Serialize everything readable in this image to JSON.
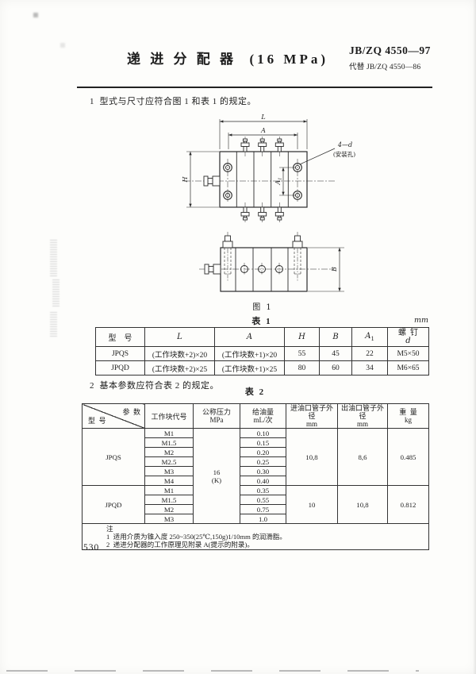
{
  "header": {
    "title": "递 进 分 配 器  (16 MPa)",
    "code": "JB/ZQ 4550—97",
    "replaces": "代替 JB/ZQ 4550—86"
  },
  "sections": {
    "s1": "1  型式与尺寸应符合图 1 和表 1 的规定。",
    "s2": "2  基本参数应符合表 2 的规定。"
  },
  "figure": {
    "caption": "图 1",
    "labels": {
      "L": "L",
      "A": "A",
      "H": "H",
      "A1_base": "A",
      "A1_sub": "1",
      "B": "B",
      "callout": "4—d",
      "callout2": "(安装孔)"
    }
  },
  "table1": {
    "caption": "表 1",
    "unit": "mm",
    "h_model": "型    号",
    "h_L": "L",
    "h_A": "A",
    "h_H": "H",
    "h_B": "B",
    "h_A1_base": "A",
    "h_A1_sub": "1",
    "h_screw": "螺  钉",
    "h_screw_sub": "d",
    "rows": [
      {
        "model": "JPQS",
        "L": "(工作块数+2)×20",
        "A": "(工作块数+1)×20",
        "H": "55",
        "B": "45",
        "A1": "22",
        "screw": "M5×50"
      },
      {
        "model": "JPQD",
        "L": "(工作块数+2)×25",
        "A": "(工作块数+1)×25",
        "H": "80",
        "B": "60",
        "A1": "34",
        "screw": "M6×65"
      }
    ]
  },
  "table2": {
    "caption": "表 2",
    "diag_top": "参  数",
    "diag_bottom": "型  号",
    "h_block": "工作块代号",
    "h_pressure": "公称压力",
    "h_pressure_unit": "MPa",
    "h_oil": "给油量",
    "h_oil_unit": "mL/次",
    "h_inlet": "进油口管子外径",
    "h_inlet_unit": "mm",
    "h_outlet": "出油口管子外径",
    "h_outlet_unit": "mm",
    "h_weight": "重  量",
    "h_weight_unit": "kg",
    "pressure_value": "16",
    "pressure_note": "(K)",
    "jpqs": {
      "model": "JPQS",
      "rows": [
        [
          "M1",
          "0.10"
        ],
        [
          "M1.5",
          "0.15"
        ],
        [
          "M2",
          "0.20"
        ],
        [
          "M2.5",
          "0.25"
        ],
        [
          "M3",
          "0.30"
        ],
        [
          "M4",
          "0.40"
        ]
      ],
      "inlet": "10,8",
      "outlet": "8,6",
      "weight": "0.485"
    },
    "jpqd": {
      "model": "JPQD",
      "rows": [
        [
          "M1",
          "0.35"
        ],
        [
          "M1.5",
          "0.55"
        ],
        [
          "M2",
          "0.75"
        ],
        [
          "M3",
          "1.0"
        ]
      ],
      "inlet": "10",
      "outlet": "10,8",
      "weight": "0.812"
    },
    "note_label": "注",
    "note1": "1  适用介质为锥入度 250~350(25℃,150g)1/10mm 的润滑脂。",
    "note2": "2  递进分配器的工作原理见附录 A(提示的附录)。"
  },
  "footer": {
    "page_number": "530"
  }
}
